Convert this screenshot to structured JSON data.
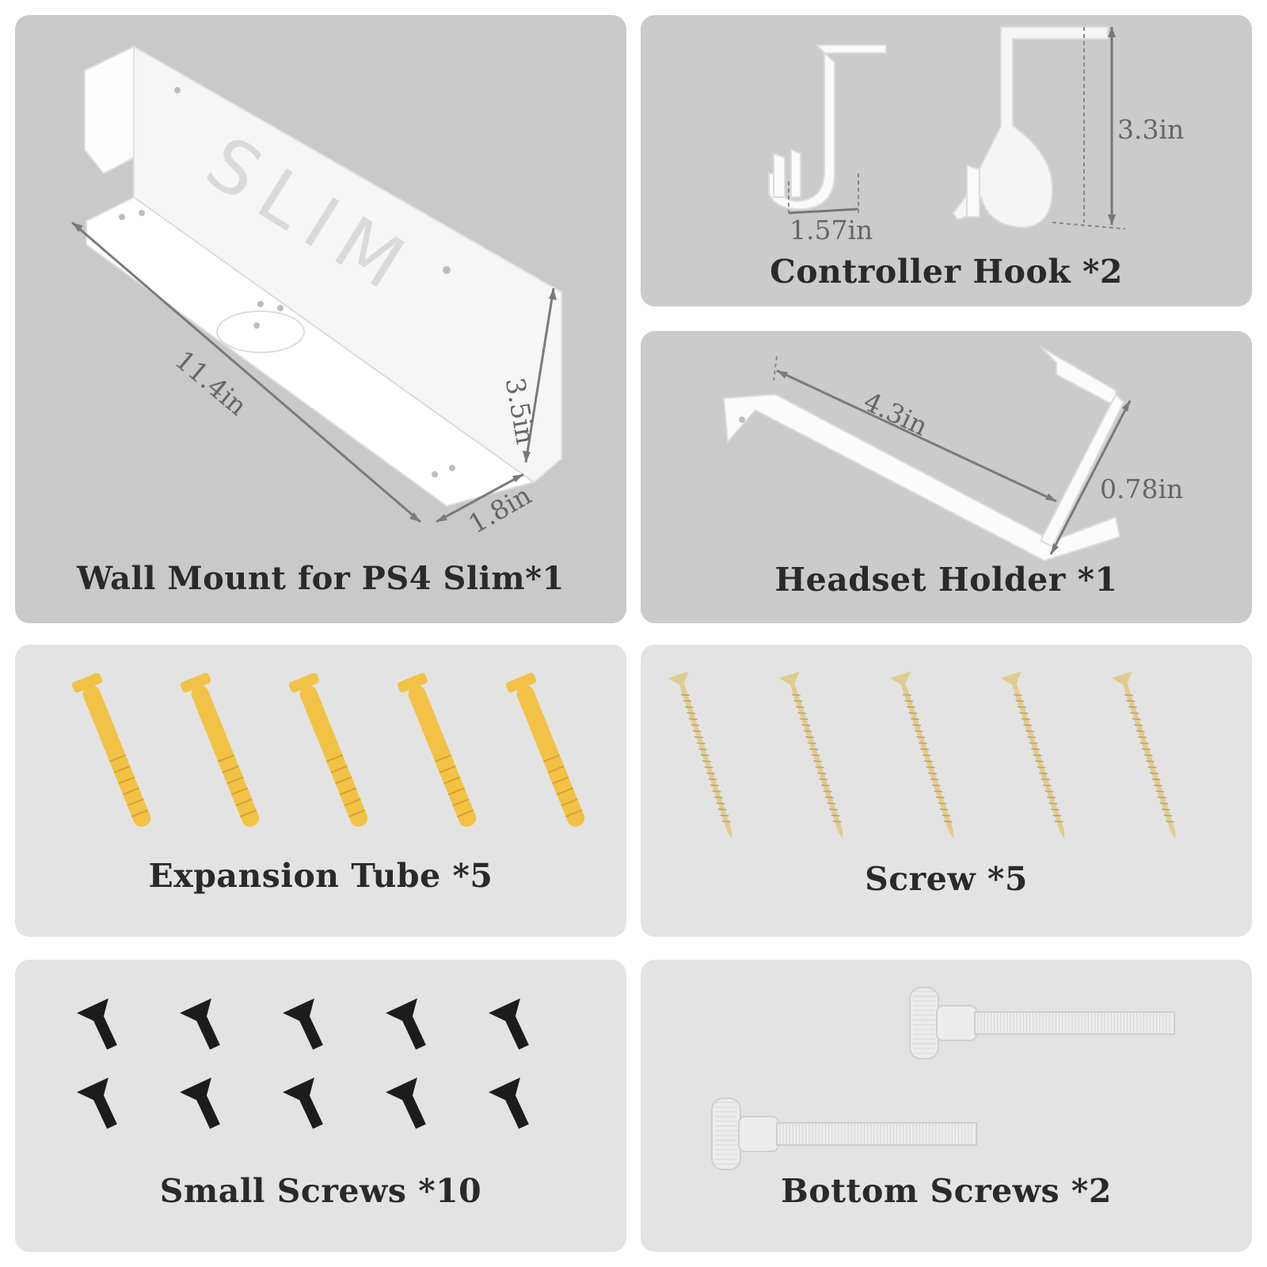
{
  "panels": {
    "wall_mount": {
      "caption": "Wall Mount for PS4 Slim*1",
      "emboss_text": "SLIM",
      "dims": {
        "length": "11.4in",
        "height": "3.5in",
        "depth": "1.8in"
      }
    },
    "controller_hook": {
      "caption": "Controller Hook *2",
      "dims": {
        "width": "1.57in",
        "height": "3.3in"
      }
    },
    "headset_holder": {
      "caption": "Headset Holder *1",
      "dims": {
        "length": "4.3in",
        "depth": "0.78in"
      }
    },
    "expansion_tube": {
      "caption": "Expansion Tube *5",
      "count": 5,
      "color": "#f2c247"
    },
    "screw": {
      "caption": "Screw *5",
      "count": 5,
      "color": "#e0cc8e"
    },
    "small_screws": {
      "caption": "Small Screws *10",
      "count": 10,
      "color": "#1c1c1c"
    },
    "bottom_screws": {
      "caption": "Bottom Screws *2",
      "count": 2,
      "color": "#ececec"
    }
  }
}
